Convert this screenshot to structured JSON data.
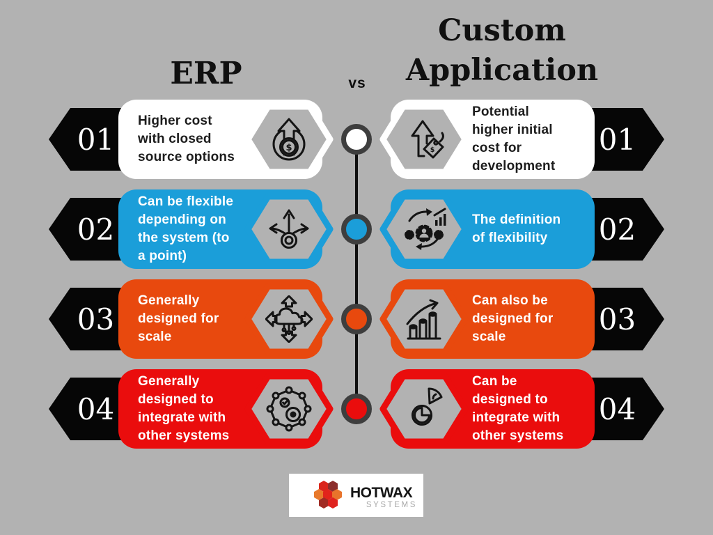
{
  "header": {
    "left_title": "ERP",
    "vs_label": "vs",
    "right_title": "Custom\nApplication"
  },
  "rows": [
    {
      "number": "01",
      "color": "#ffffff",
      "text_color": "#1d1d1d",
      "left": {
        "text": "Higher cost\nwith closed\nsource options",
        "icon": "money-growth-icon"
      },
      "right": {
        "text": "Potential\nhigher initial\ncost for\ndevelopment",
        "icon": "price-tag-arrow-icon"
      }
    },
    {
      "number": "02",
      "color": "#1b9ed9",
      "text_color": "#ffffff",
      "left": {
        "text": "Can be flexible\ndepending on\nthe system (to\na point)",
        "icon": "branch-arrows-gear-icon"
      },
      "right": {
        "text": "The definition\nof flexibility",
        "icon": "gears-process-icon"
      }
    },
    {
      "number": "03",
      "color": "#e8490e",
      "text_color": "#ffffff",
      "left": {
        "text": "Generally\ndesigned for\nscale",
        "icon": "cloud-scale-arrows-icon"
      },
      "right": {
        "text": "Can also be\ndesigned for\nscale",
        "icon": "growth-bars-icon"
      }
    },
    {
      "number": "04",
      "color": "#ea0d0d",
      "text_color": "#ffffff",
      "left": {
        "text": "Generally\ndesigned to\nintegrate with\nother systems",
        "icon": "integration-network-icon"
      },
      "right": {
        "text": "Can be\ndesigned to\nintegrate with\nother systems",
        "icon": "gear-segment-icon"
      }
    }
  ],
  "timeline": {
    "line_color": "#0f0f0f",
    "ring_color": "#3e3e3e"
  },
  "colors": {
    "canvas_bg": "#b2b2b2",
    "badge_black": "#060606",
    "blue": "#1b9ed9",
    "orange": "#e8490e",
    "red": "#ea0d0d"
  },
  "footer": {
    "brand": "HOTWAX",
    "brand_sub": "SYSTEMS",
    "hex_colors": [
      "#da251c",
      "#8c2e2c",
      "#e8792b",
      "#e2241b",
      "#e8742b",
      "#a02c24",
      "#df231f"
    ]
  }
}
